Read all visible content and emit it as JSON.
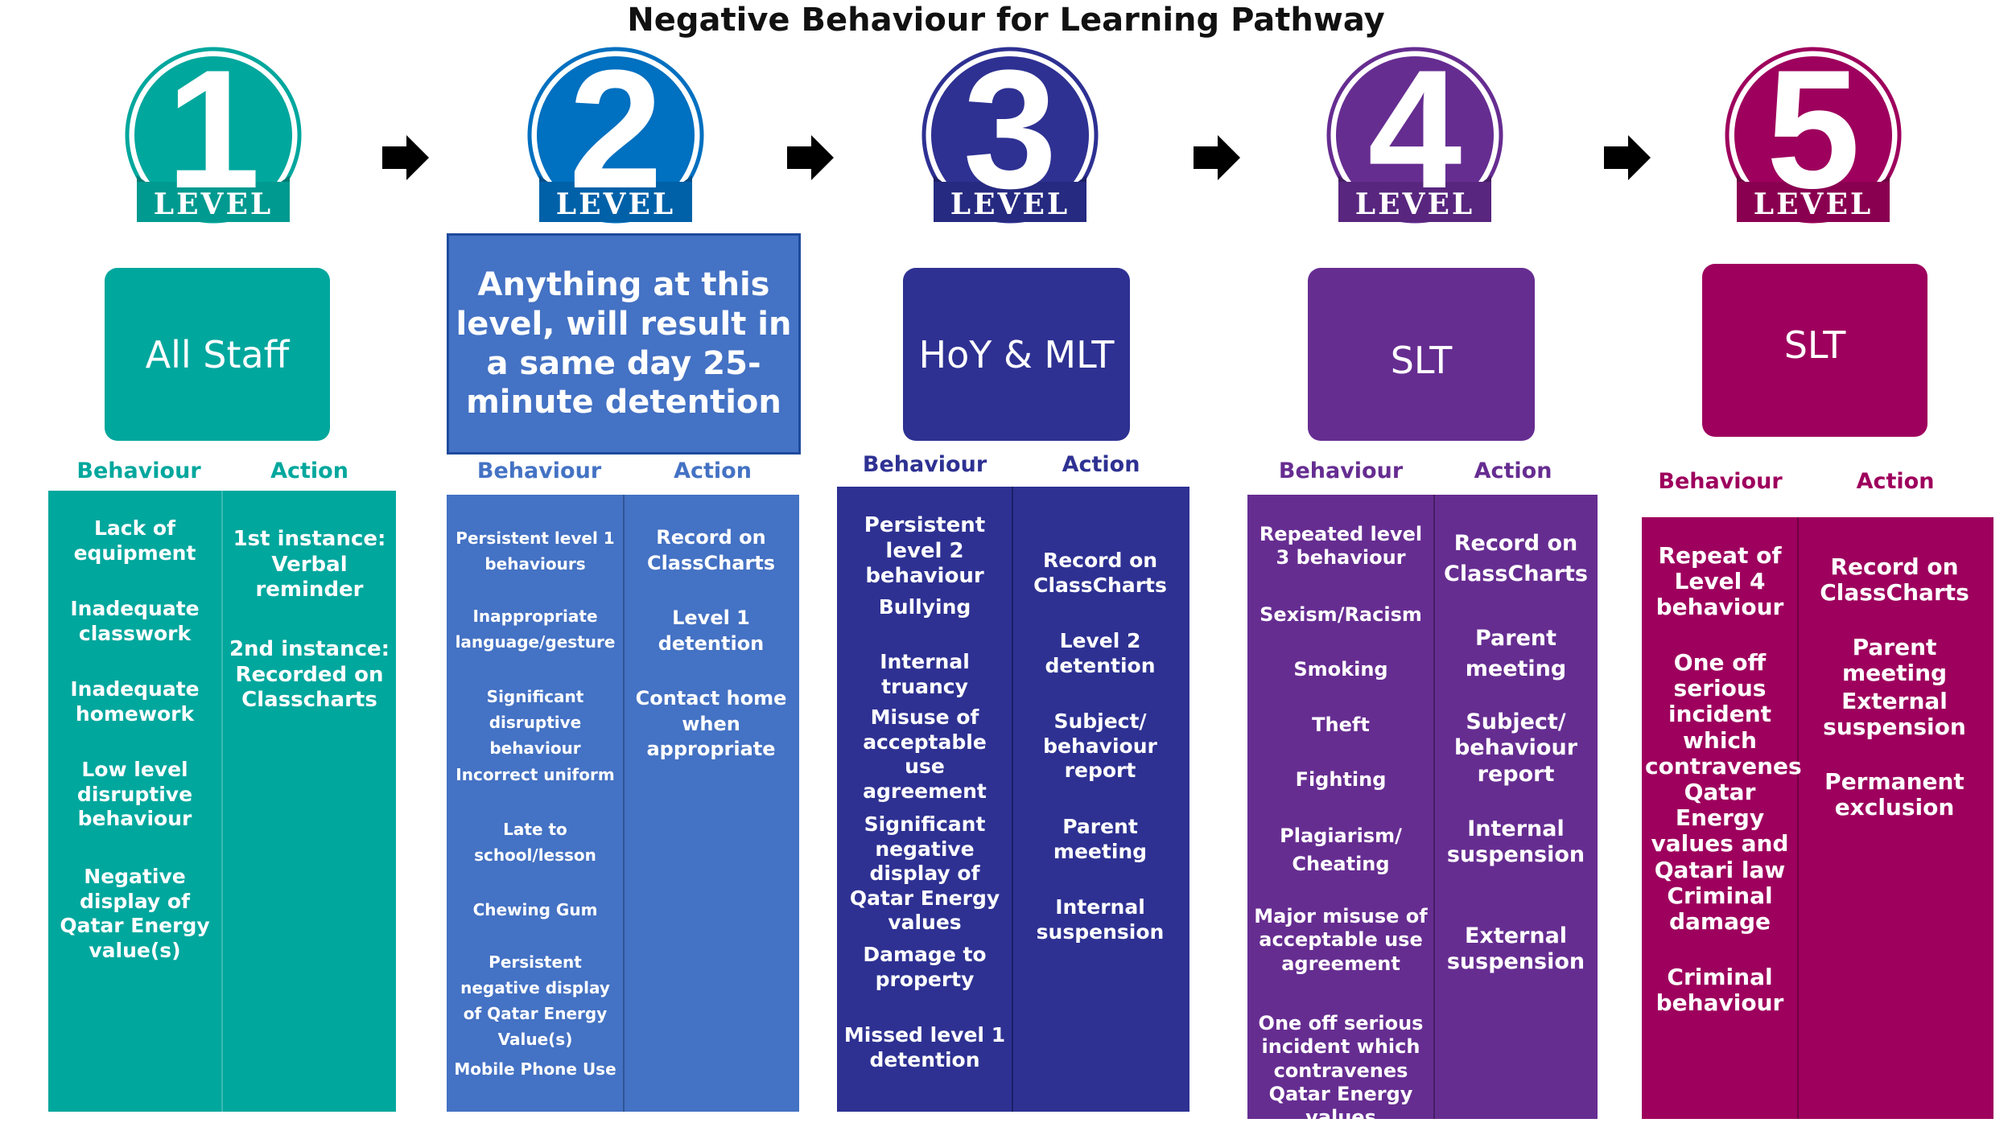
{
  "title": "Negative Behaviour for Learning Pathway",
  "column_headers": {
    "behaviour": "Behaviour",
    "action": "Action"
  },
  "levels": [
    {
      "number": "1",
      "ribbon": "LEVEL",
      "color": "#00a79d",
      "ribbon_color": "#009a90",
      "role": "All Staff",
      "behaviours": [
        "Lack of equipment",
        "Inadequate classwork",
        "Inadequate homework",
        "Low level disruptive behaviour",
        "Negative display of Qatar Energy value(s)"
      ],
      "actions": [
        "1st instance: Verbal reminder",
        "2nd instance: Recorded on Classcharts"
      ]
    },
    {
      "number": "2",
      "ribbon": "LEVEL",
      "color": "#0070c0",
      "ribbon_color": "#0061a8",
      "role": "Anything at this level, will result in a same day 25-minute detention",
      "panel_color": "#4472c4",
      "behaviours": [
        "Persistent level 1 behaviours",
        "Inappropriate language/gesture",
        "Significant disruptive behaviour",
        "Incorrect uniform",
        "Late to school/lesson",
        "Chewing Gum",
        "Persistent negative display of Qatar Energy Value(s)",
        "Mobile Phone Use"
      ],
      "actions": [
        "Record on ClassCharts",
        "Level 1 detention",
        "Contact home when appropriate"
      ]
    },
    {
      "number": "3",
      "ribbon": "LEVEL",
      "color": "#2e3192",
      "ribbon_color": "#262a80",
      "role": "HoY & MLT",
      "behaviours": [
        "Persistent level 2 behaviour",
        "Bullying",
        "Internal truancy",
        "Misuse of acceptable use agreement",
        "Significant negative display of Qatar Energy values",
        "Damage to property",
        "Missed level 1 detention"
      ],
      "actions": [
        "Record on ClassCharts",
        "Level 2 detention",
        "Subject/ behaviour report",
        "Parent meeting",
        "Internal suspension"
      ]
    },
    {
      "number": "4",
      "ribbon": "LEVEL",
      "color": "#662d91",
      "ribbon_color": "#58267e",
      "role": "SLT",
      "behaviours": [
        "Repeated level 3 behaviour",
        "Sexism/Racism",
        "Smoking",
        "Theft",
        "Fighting",
        "Plagiarism/ Cheating",
        "Major misuse of acceptable use agreement",
        "One off serious incident which contravenes Qatar Energy values"
      ],
      "actions": [
        "Record on ClassCharts",
        "Parent meeting",
        "Subject/ behaviour report",
        "Internal suspension",
        "External suspension"
      ]
    },
    {
      "number": "5",
      "ribbon": "LEVEL",
      "color": "#9e005d",
      "ribbon_color": "#8a0051",
      "role": "SLT",
      "behaviours": [
        "Repeat of Level 4 behaviour",
        "One off serious incident which contravenes Qatar Energy values and Qatari law",
        "Criminal damage",
        "Criminal behaviour"
      ],
      "actions": [
        "Record on ClassCharts",
        "Parent meeting",
        "External suspension",
        "Permanent exclusion"
      ]
    }
  ]
}
